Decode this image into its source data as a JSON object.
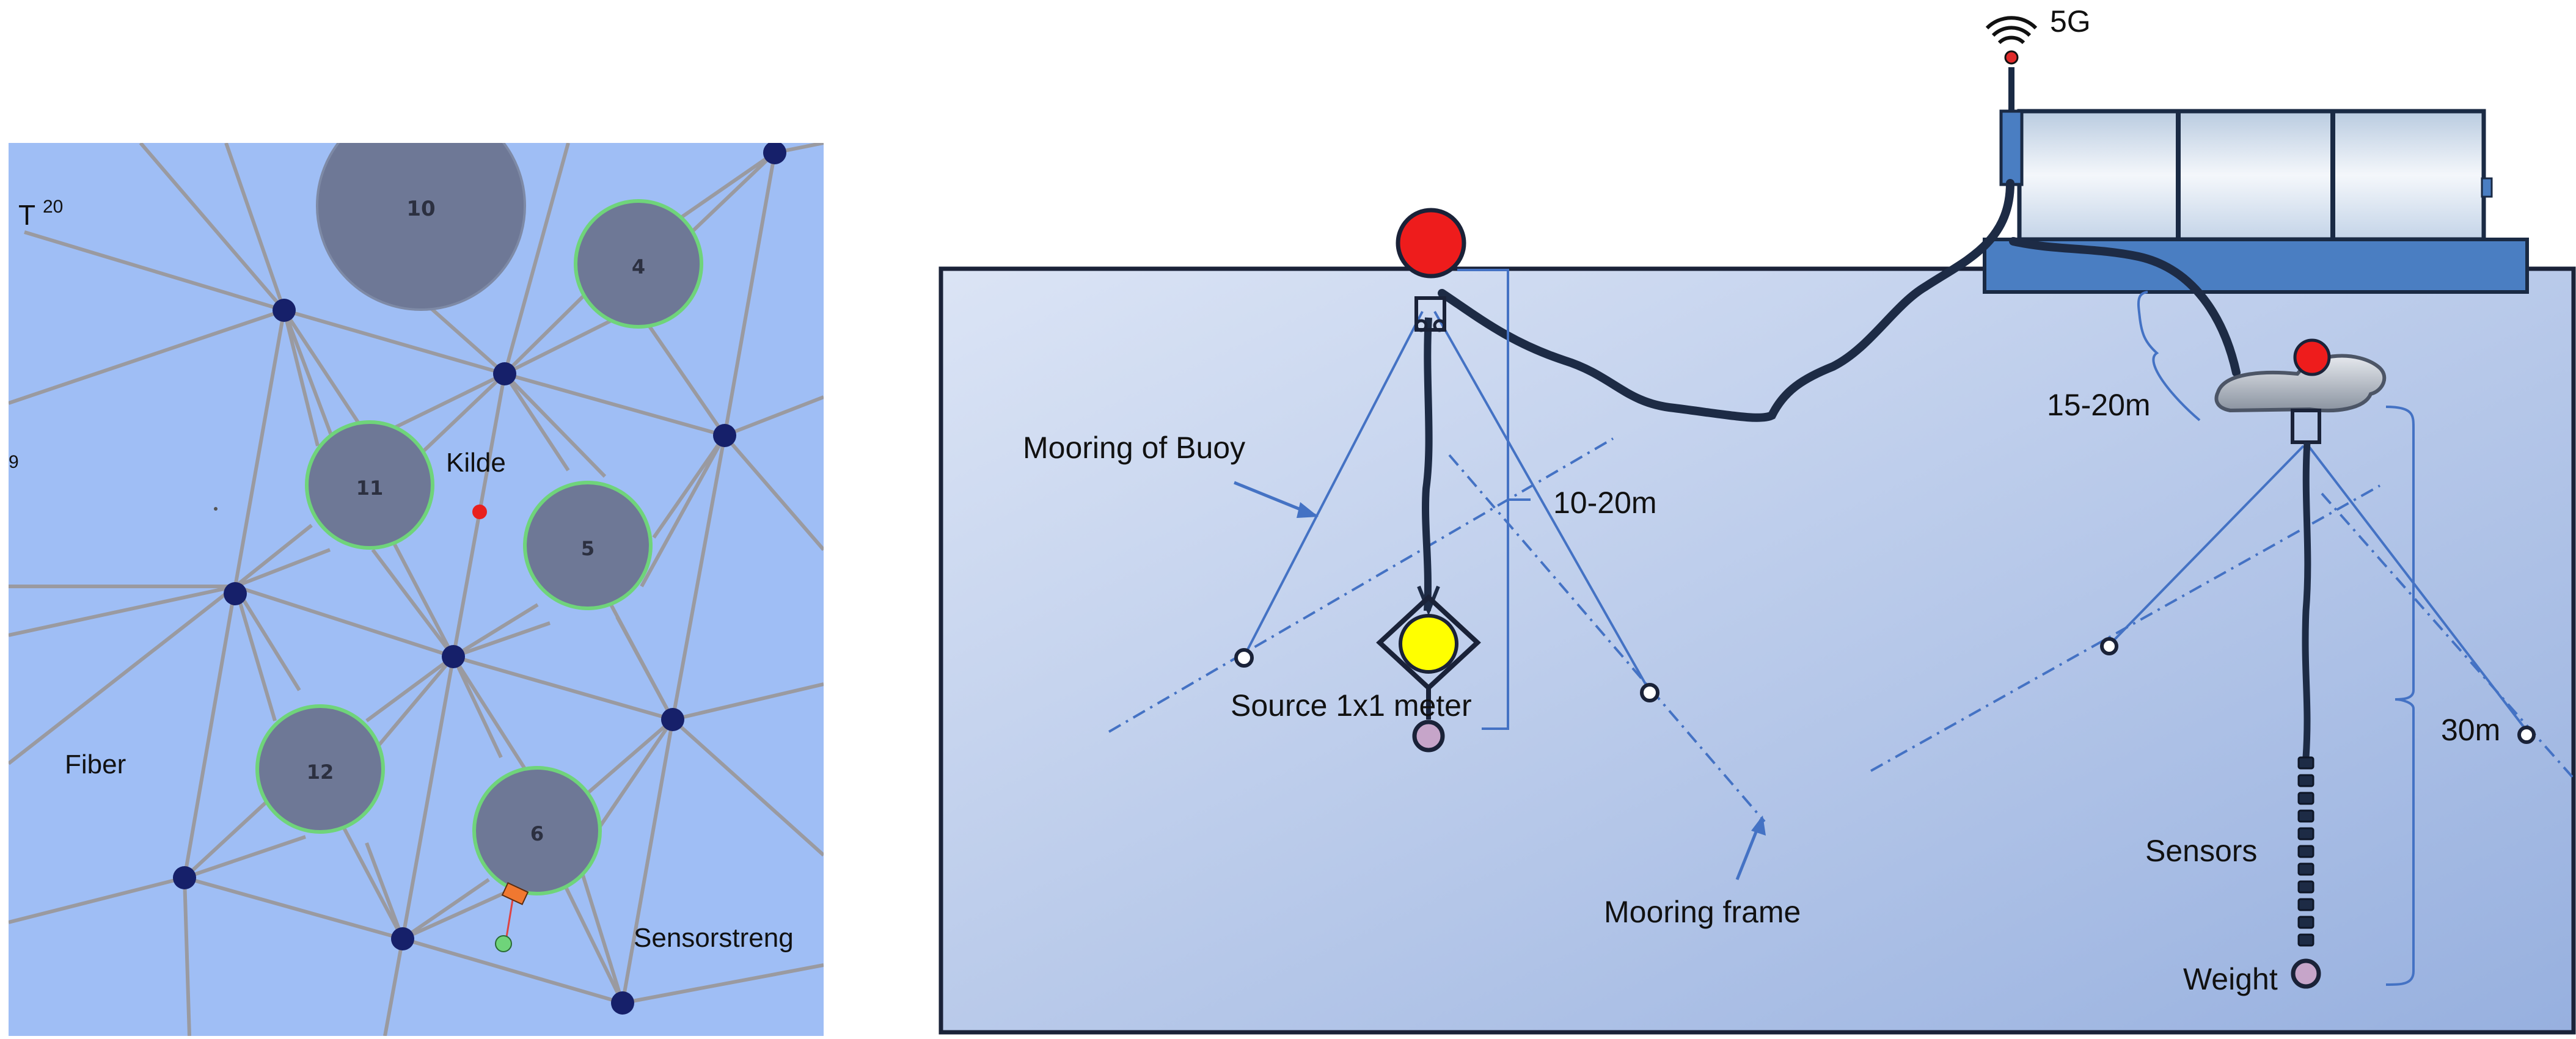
{
  "left_panel": {
    "edge_labels": {
      "t20": "T",
      "t20_sup": "20",
      "left_cut": "9"
    },
    "labels": {
      "kilde": "Kilde",
      "fiber": "Fiber",
      "sensorstreng": "Sensorstreng"
    },
    "circles": [
      {
        "id": "10",
        "label": "10",
        "ring": false
      },
      {
        "id": "4",
        "label": "4",
        "ring": true
      },
      {
        "id": "11",
        "label": "11",
        "ring": true
      },
      {
        "id": "5",
        "label": "5",
        "ring": true
      },
      {
        "id": "12",
        "label": "12",
        "ring": true
      },
      {
        "id": "6",
        "label": "6",
        "ring": true
      }
    ],
    "colors": {
      "background": "#9fbef5",
      "circle_fill": "#6e7896",
      "ring": "#6fd47a",
      "node": "#16206a",
      "edge": "#9a9aa0",
      "source": "#e8201e"
    }
  },
  "right_panel": {
    "labels": {
      "five_g": "5G",
      "mooring_buoy": "Mooring of Buoy",
      "depth_buoy": "10-20m",
      "source": "Source 1x1 meter",
      "mooring_frame": "Mooring frame",
      "depth_platform": "15-20m",
      "depth_sensors": "30m",
      "sensors": "Sensors",
      "weight": "Weight"
    },
    "colors": {
      "water_top": "#dbe4f5",
      "water_bottom": "#97b0df",
      "buoy": "#ee1c1c",
      "source": "#ffff00",
      "cable": "#1d2b45",
      "line": "#4472c4",
      "pontoon": "#4a7ec2",
      "anchor_fill": "#c6a5c9"
    }
  }
}
